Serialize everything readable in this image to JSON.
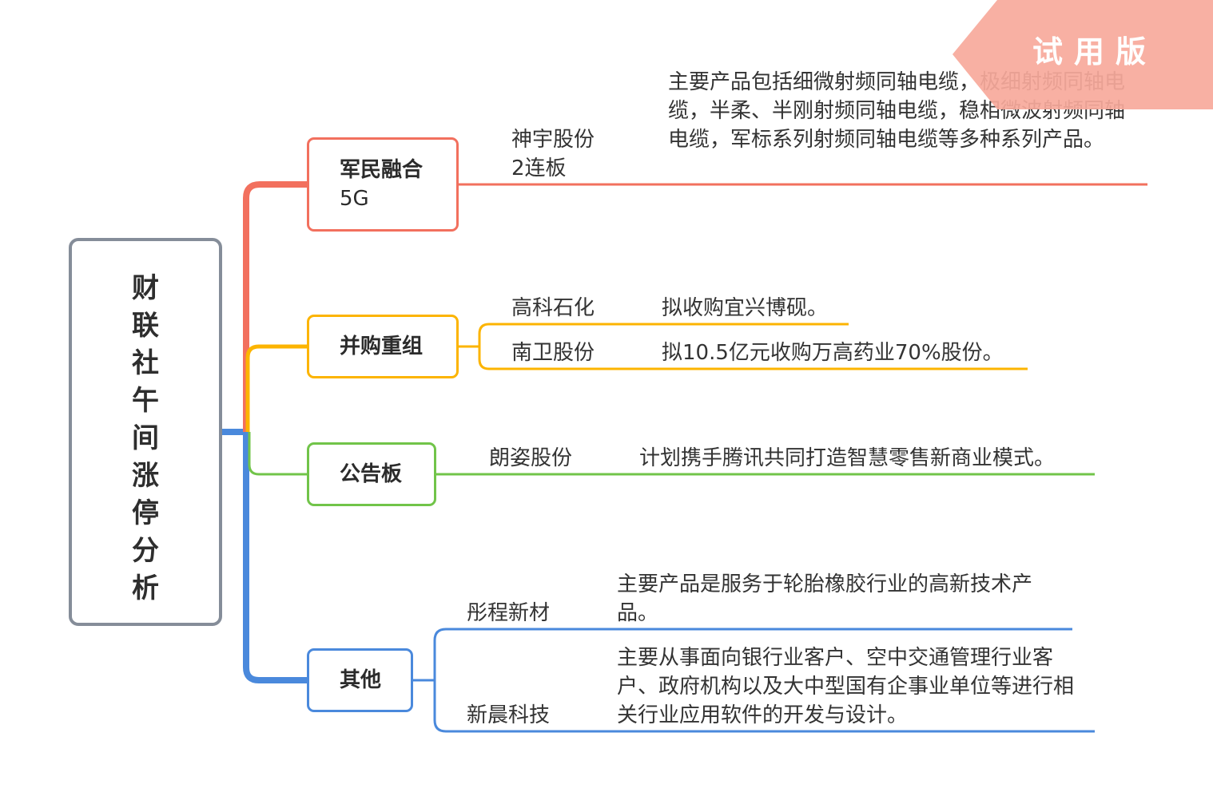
{
  "root": {
    "title": "财联社午间涨停分析"
  },
  "branches": [
    {
      "key": "red",
      "title": "军民融合",
      "subtitle": "5G",
      "color": "#f2705e",
      "stocks": [
        {
          "name": "神宇股份",
          "note": "2连板",
          "desc": "主要产品包括细微射频同轴电缆，极细射频同轴电缆，半柔、半刚射频同轴电缆，稳相微波射频同轴电缆，军标系列射频同轴电缆等多种系列产品。"
        }
      ]
    },
    {
      "key": "yellow",
      "title": "并购重组",
      "color": "#fcb400",
      "stocks": [
        {
          "name": "高科石化",
          "desc": "拟收购宜兴博砚。"
        },
        {
          "name": "南卫股份",
          "desc": "拟10.5亿元收购万高药业70%股份。"
        }
      ]
    },
    {
      "key": "green",
      "title": "公告板",
      "color": "#71c449",
      "stocks": [
        {
          "name": "朗姿股份",
          "desc": "计划携手腾讯共同打造智慧零售新商业模式。"
        }
      ]
    },
    {
      "key": "blue",
      "title": "其他",
      "color": "#4a89dc",
      "stocks": [
        {
          "name": "彤程新材",
          "desc": "主要产品是服务于轮胎橡胶行业的高新技术产品。"
        },
        {
          "name": "新晨科技",
          "desc": "主要从事面向银行业客户、空中交通管理行业客户、政府机构以及大中型国有企事业单位等进行相关行业应用软件的开发与设计。"
        }
      ]
    }
  ],
  "watermark": {
    "text": "试用版",
    "color": "#f7a99b"
  }
}
